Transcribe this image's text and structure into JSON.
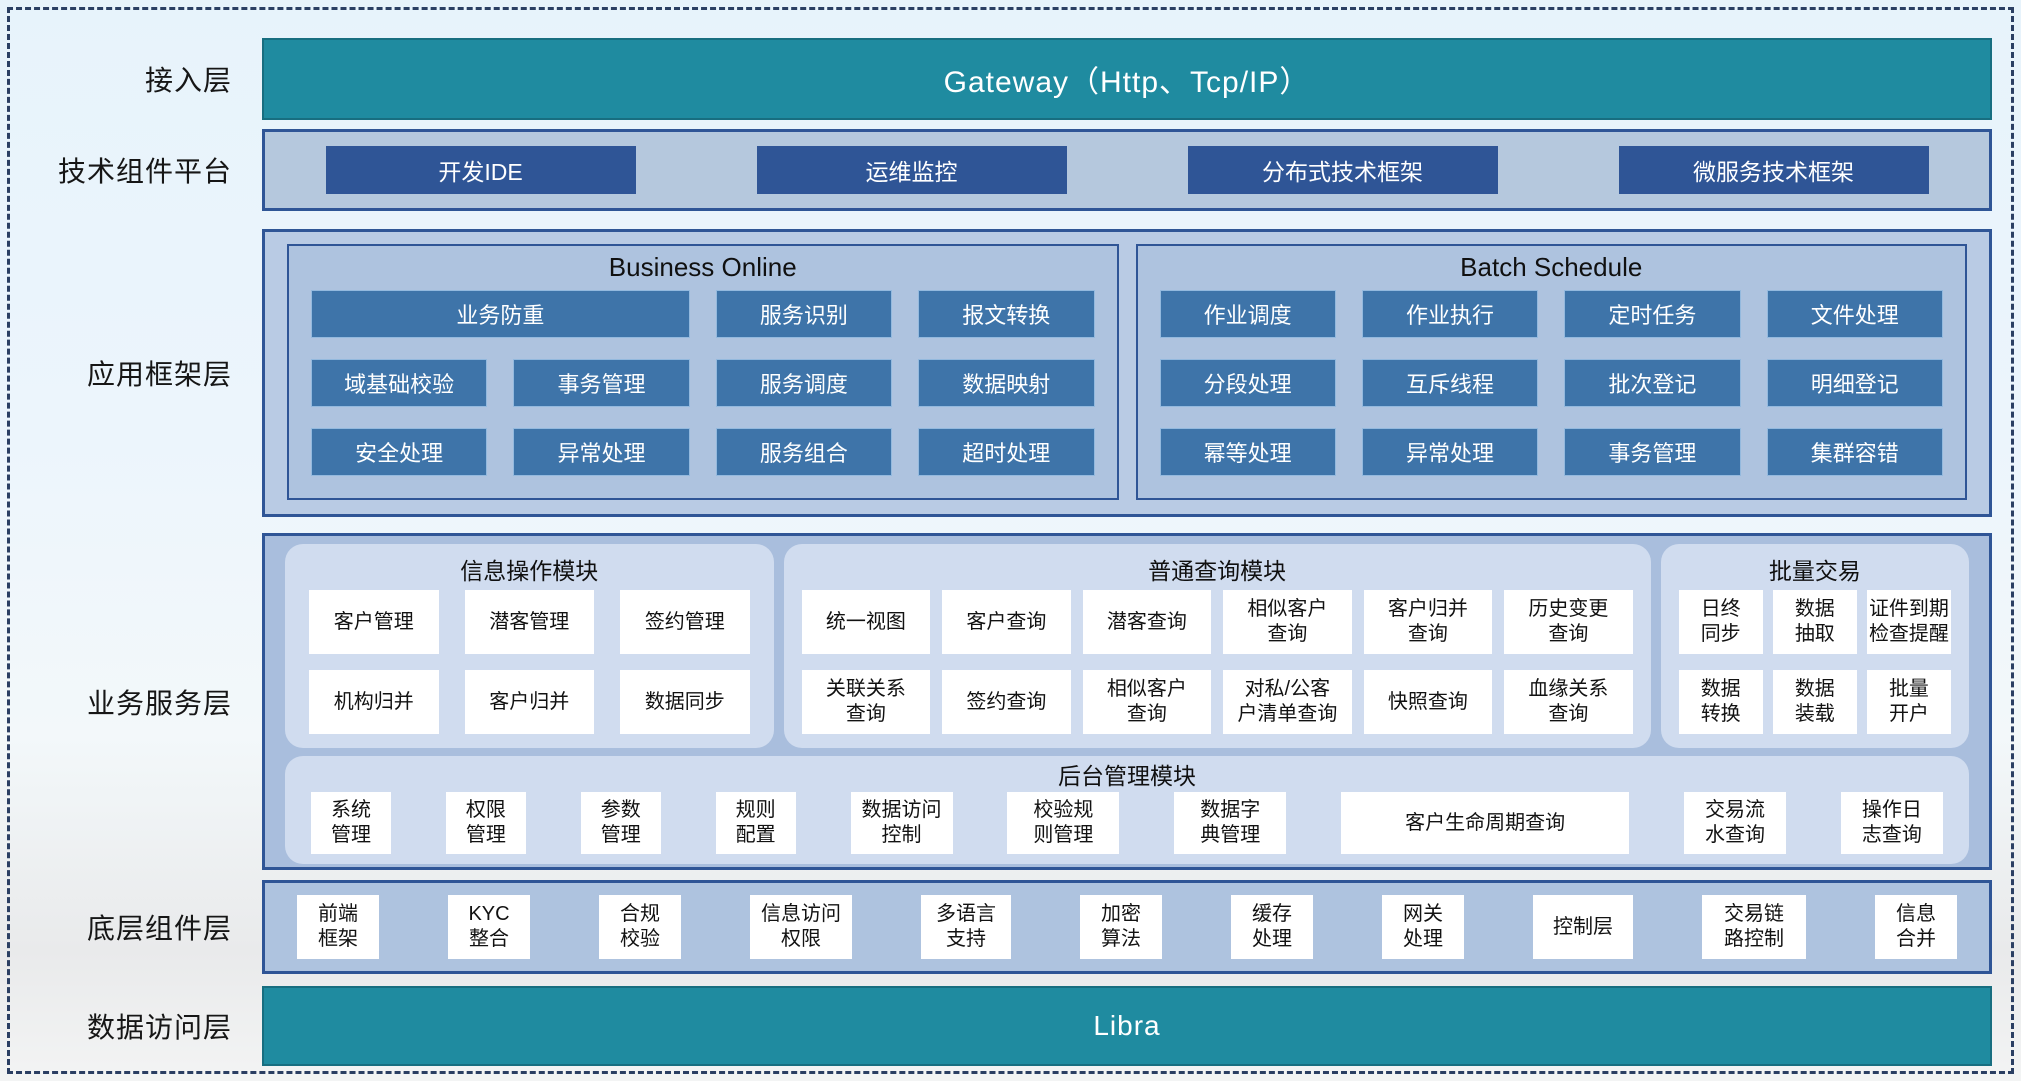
{
  "colors": {
    "teal": "#1f8ba0",
    "dark_blue": "#2f5596",
    "steel_blue": "#3e74a9",
    "container_blue": "#b9cbe4",
    "module_blue": "#d0dcef",
    "card_white": "#ffffff",
    "border_navy": "#2b3f63"
  },
  "left_labels": [
    "接入层",
    "技术组件平台",
    "应用框架层",
    "业务服务层",
    "底层组件层",
    "数据访问层"
  ],
  "gateway": {
    "text": "Gateway（Http、Tcp/IP）"
  },
  "tech_platform": {
    "buttons": [
      "开发IDE",
      "运维监控",
      "分布式技术框架",
      "微服务技术框架"
    ]
  },
  "app_framework": {
    "business_online": {
      "title": "Business Online",
      "row1": [
        "业务防重",
        "服务识别",
        "报文转换"
      ],
      "row2": [
        "域基础校验",
        "事务管理",
        "服务调度",
        "数据映射"
      ],
      "row3": [
        "安全处理",
        "异常处理",
        "服务组合",
        "超时处理"
      ]
    },
    "batch_schedule": {
      "title": "Batch Schedule",
      "row1": [
        "作业调度",
        "作业执行",
        "定时任务",
        "文件处理"
      ],
      "row2": [
        "分段处理",
        "互斥线程",
        "批次登记",
        "明细登记"
      ],
      "row3": [
        "幂等处理",
        "异常处理",
        "事务管理",
        "集群容错"
      ]
    }
  },
  "business_service": {
    "info_module": {
      "title": "信息操作模块",
      "row1": [
        "客户管理",
        "潜客管理",
        "签约管理"
      ],
      "row2": [
        "机构归并",
        "客户归并",
        "数据同步"
      ]
    },
    "query_module": {
      "title": "普通查询模块",
      "row1": [
        "统一视图",
        "客户查询",
        "潜客查询",
        "相似客户\n查询",
        "客户归并\n查询",
        "历史变更\n查询"
      ],
      "row2": [
        "关联关系\n查询",
        "签约查询",
        "相似客户\n查询",
        "对私/公客\n户清单查询",
        "快照查询",
        "血缘关系\n查询"
      ]
    },
    "batch_module": {
      "title": "批量交易",
      "row1": [
        "日终\n同步",
        "数据\n抽取",
        "证件到期\n检查提醒"
      ],
      "row2": [
        "数据\n转换",
        "数据\n装载",
        "批量\n开户"
      ]
    },
    "admin_module": {
      "title": "后台管理模块",
      "cards": [
        "系统\n管理",
        "权限\n管理",
        "参数\n管理",
        "规则\n配置",
        "数据访问\n控制",
        "校验规\n则管理",
        "数据字\n典管理",
        "客户生命周期查询",
        "交易流\n水查询",
        "操作日\n志查询"
      ]
    }
  },
  "base_components": {
    "cards": [
      "前端\n框架",
      "KYC\n整合",
      "合规\n校验",
      "信息访问\n权限",
      "多语言\n支持",
      "加密\n算法",
      "缓存\n处理",
      "网关\n处理",
      "控制层",
      "交易链\n路控制",
      "信息\n合并"
    ]
  },
  "data_access": {
    "text": "Libra"
  }
}
